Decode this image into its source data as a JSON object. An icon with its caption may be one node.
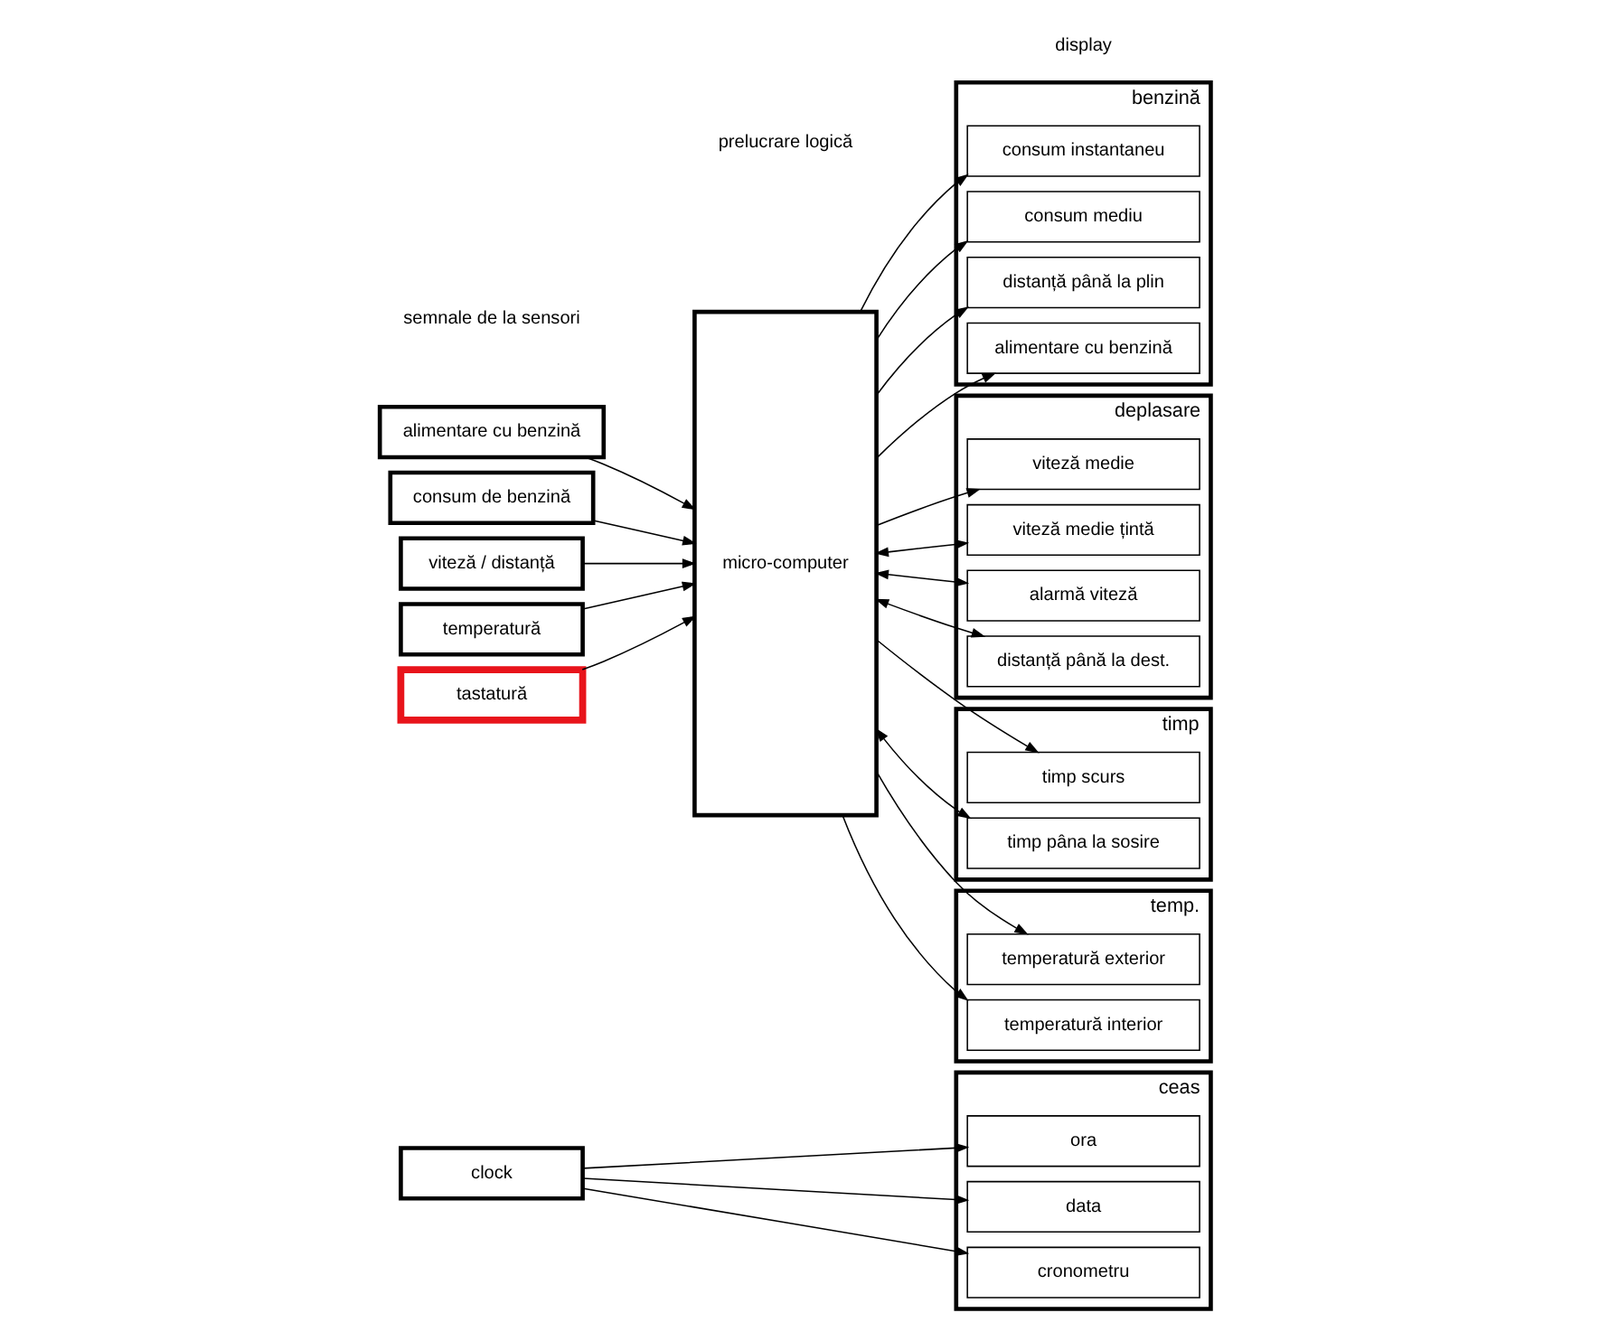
{
  "diagram": {
    "nodes": [
      {
        "text": [
          "alimentare cu benzină"
        ]
      },
      {
        "text": [
          "consum de benzină"
        ]
      },
      {
        "text": [
          "viteză / distanță"
        ]
      },
      {
        "text": [
          "temperatură"
        ]
      },
      {
        "text": [
          "tastatură"
        ]
      },
      {
        "text": [
          "micro-computer"
        ]
      },
      {
        "text": [
          "clock"
        ]
      },
      {
        "text": [
          "benzină"
        ]
      },
      {
        "text": [
          "consum instantaneu"
        ],
        "in": 7
      },
      {
        "text": [
          "consum mediu"
        ],
        "in": 7
      },
      {
        "text": [
          "distanță până la plin"
        ],
        "in": 7
      },
      {
        "text": [
          "alimentare cu benzină"
        ],
        "in": 7
      },
      {
        "text": [
          "deplasare"
        ]
      },
      {
        "text": [
          "viteză medie"
        ],
        "in": 12
      },
      {
        "text": [
          "viteză medie țintă"
        ],
        "in": 12
      },
      {
        "text": [
          "alarmă viteză"
        ],
        "in": 12
      },
      {
        "text": [
          "distanță până la dest."
        ],
        "in": 12
      },
      {
        "text": [
          "timp"
        ]
      },
      {
        "text": [
          "timp scurs"
        ],
        "in": 17
      },
      {
        "text": [
          "timp pâna la sosire"
        ],
        "in": 17
      },
      {
        "text": [
          "temp."
        ]
      },
      {
        "text": [
          "temperatură exterior"
        ],
        "in": 20
      },
      {
        "text": [
          "temperatură interior"
        ],
        "in": 20
      },
      {
        "text": [
          "ceas"
        ]
      },
      {
        "text": [
          "ora"
        ],
        "in": 23
      },
      {
        "text": [
          "data"
        ],
        "in": 23
      },
      {
        "text": [
          "cronometru"
        ],
        "in": 23
      }
    ],
    "edges": [
      {
        "from": 0,
        "to": 5,
        "arrow": "to"
      },
      {
        "from": 1,
        "to": 5,
        "arrow": "to"
      },
      {
        "from": 2,
        "to": 5,
        "arrow": "to"
      },
      {
        "from": 3,
        "to": 5,
        "arrow": "to"
      },
      {
        "from": 4,
        "to": 5,
        "arrow": "to"
      },
      {
        "from": 5,
        "to": 8,
        "arrow": "to"
      },
      {
        "from": 5,
        "to": 9,
        "arrow": "to"
      },
      {
        "from": 5,
        "to": 10,
        "arrow": "to"
      },
      {
        "from": 5,
        "to": 11,
        "arrow": "to"
      },
      {
        "from": 5,
        "to": 13,
        "arrow": "to"
      },
      {
        "from": 5,
        "to": 14,
        "arrow": "both"
      },
      {
        "from": 5,
        "to": 15,
        "arrow": "both"
      },
      {
        "from": 5,
        "to": 16,
        "arrow": "both"
      },
      {
        "from": 5,
        "to": 18,
        "arrow": "to"
      },
      {
        "from": 5,
        "to": 19,
        "arrow": "both"
      },
      {
        "from": 5,
        "to": 21,
        "arrow": "to"
      },
      {
        "from": 5,
        "to": 22,
        "arrow": "to"
      },
      {
        "from": 6,
        "to": 24,
        "arrow": "to"
      },
      {
        "from": 6,
        "to": 25,
        "arrow": "to"
      },
      {
        "from": 6,
        "to": 26,
        "arrow": "to"
      }
    ],
    "labels": [
      "semnale de la sensori",
      "prelucrare logică",
      "display"
    ]
  }
}
